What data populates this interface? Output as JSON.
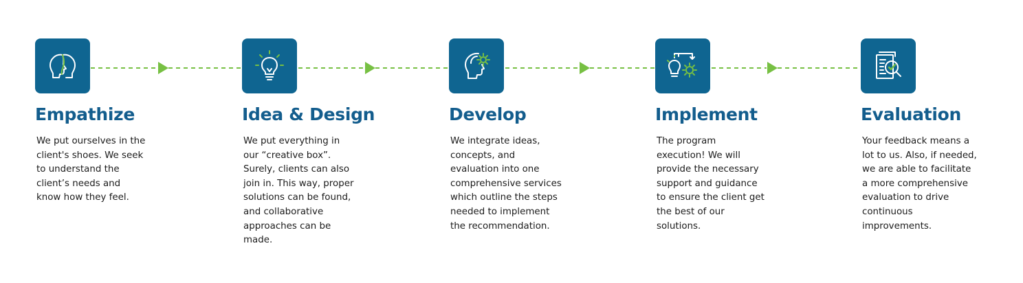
{
  "colors": {
    "icon_background": "#0f6591",
    "title": "#135d8d",
    "connector": "#77c043",
    "body_text": "#1a1a1a"
  },
  "steps": [
    {
      "icon": "two-heads-empathy-icon",
      "title": "Empathize",
      "description": "We put ourselves in the\nclient's shoes. We seek\nto understand the\nclient’s needs and\nknow how they feel."
    },
    {
      "icon": "lightbulb-icon",
      "title": "Idea & Design",
      "description": "We put everything in\nour “creative box”.\nSurely, clients can also\njoin in. This way, proper\nsolutions can be found,\nand collaborative\napproaches can be\nmade."
    },
    {
      "icon": "head-gear-icon",
      "title": "Develop",
      "description": "We integrate ideas,\nconcepts, and\nevaluation into one\ncomprehensive services\nwhich outline the steps\nneeded to implement\nthe recommendation."
    },
    {
      "icon": "lightbulb-gear-process-icon",
      "title": "Implement",
      "description": "The program\nexecution! We will\nprovide the necessary\nsupport and guidance\nto ensure the client get\nthe best of our\nsolutions."
    },
    {
      "icon": "document-check-magnifier-icon",
      "title": "Evaluation",
      "description": "Your feedback means a\nlot to us. Also, if needed,\nwe are able to facilitate\na more comprehensive\nevaluation to drive\ncontinuous\nimprovements."
    }
  ]
}
